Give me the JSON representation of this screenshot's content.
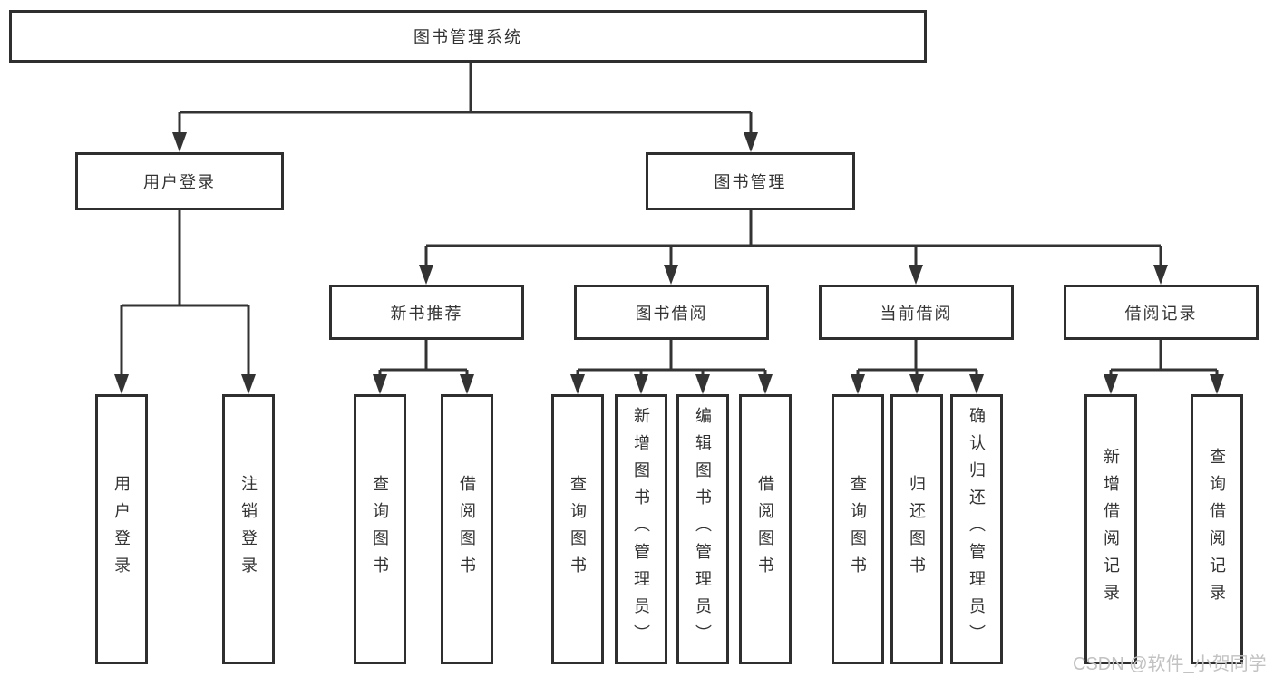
{
  "diagram": {
    "root": {
      "label": "图书管理系统"
    },
    "level2": [
      {
        "label": "用户登录"
      },
      {
        "label": "图书管理"
      }
    ],
    "level3": [
      {
        "label": "新书推荐"
      },
      {
        "label": "图书借阅"
      },
      {
        "label": "当前借阅"
      },
      {
        "label": "借阅记录"
      }
    ],
    "leaves": {
      "user_login": [
        "用户登录",
        "注销登录"
      ],
      "new_book_recommend": [
        "查询图书",
        "借阅图书"
      ],
      "book_borrow": [
        "查询图书",
        "新增图书（管理员）",
        "编辑图书（管理员）",
        "借阅图书"
      ],
      "current_borrow": [
        "查询图书",
        "归还图书",
        "确认归还（管理员）"
      ],
      "borrow_records": [
        "新增借阅记录",
        "查询借阅记录"
      ]
    }
  },
  "watermark": {
    "text": "CSDN @软件_小贺同学"
  },
  "colors": {
    "line": "#333333",
    "box_border": "#2f2f2f",
    "text": "#333333",
    "watermark": "#c2c2c2",
    "background": "#ffffff"
  }
}
